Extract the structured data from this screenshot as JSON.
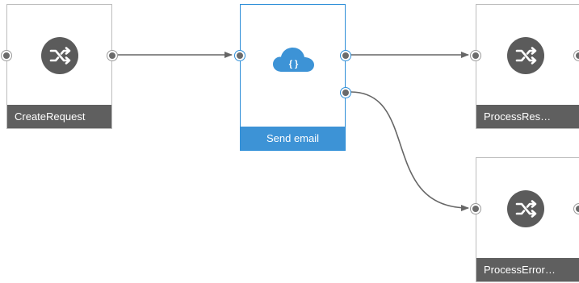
{
  "nodes": [
    {
      "id": "create-request",
      "label": "CreateRequest",
      "icon": "shuffle-icon",
      "selected": false
    },
    {
      "id": "send-email",
      "label": "Send email",
      "icon": "cloud-icon",
      "selected": true
    },
    {
      "id": "process-response",
      "label": "ProcessRes…",
      "icon": "shuffle-icon",
      "selected": false
    },
    {
      "id": "process-error",
      "label": "ProcessError…",
      "icon": "shuffle-icon",
      "selected": false
    }
  ],
  "edges": [
    {
      "from": "create-request",
      "to": "send-email"
    },
    {
      "from": "send-email",
      "to": "process-response"
    },
    {
      "from": "send-email",
      "to": "process-error"
    }
  ],
  "colors": {
    "node_label_bg": "#5f5f5f",
    "selected_accent": "#3d93d6",
    "icon_circle": "#5b5b5b",
    "cloud": "#3d93d6",
    "edge": "#666666"
  }
}
